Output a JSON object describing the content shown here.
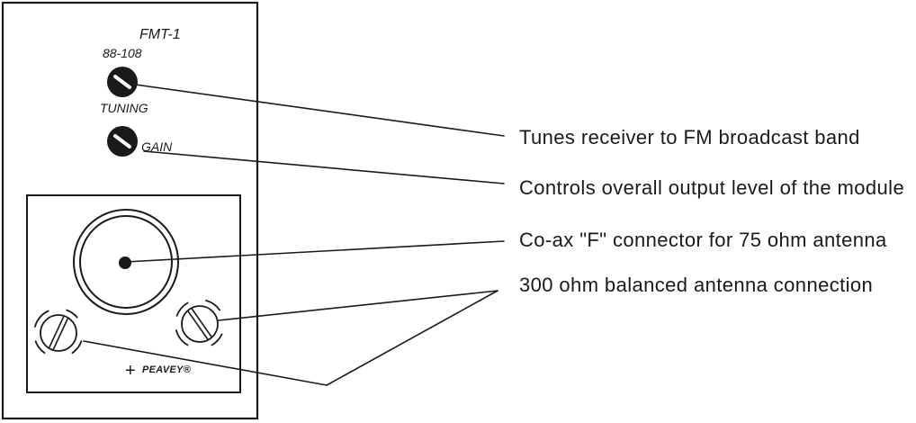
{
  "colors": {
    "ink": "#1a1a1a",
    "background": "#ffffff"
  },
  "panel": {
    "model": "FMT-1",
    "tuning_range": "88-108",
    "tuning_label": "TUNING",
    "gain_label": "GAIN",
    "plus_symbol": "+",
    "brand_logo": "PEAVEY®"
  },
  "callouts": [
    "Tunes receiver to FM broadcast band",
    "Controls overall output level of the module",
    "Co-ax \"F\" connector for 75 ohm antenna",
    "300 ohm balanced antenna connection"
  ]
}
